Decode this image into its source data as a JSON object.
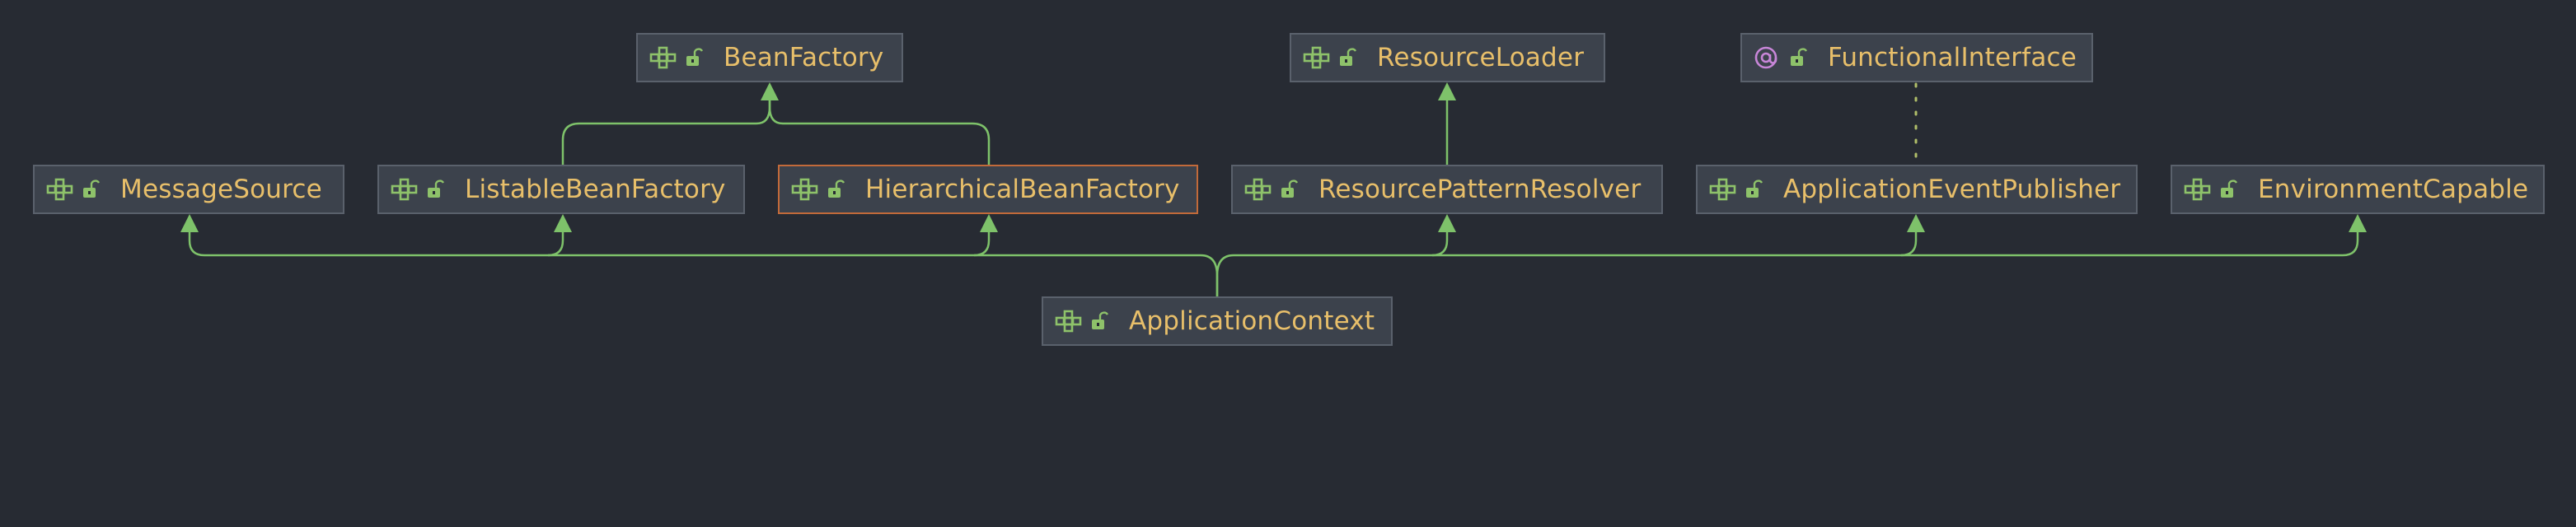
{
  "diagram": {
    "background": "#272b33",
    "colors": {
      "node_fill": "#3c424c",
      "node_border": "#5a616c",
      "selected_border": "#c26a3a",
      "label": "#e8bf6a",
      "edge": "#7ec26a",
      "interface_icon": "#8ec26a",
      "annotation_icon": "#c886d8",
      "realization": "#b0bf6a"
    },
    "nodes": {
      "beanfactory": {
        "label": "BeanFactory",
        "icon": "interface-icon"
      },
      "resourceloader": {
        "label": "ResourceLoader",
        "icon": "interface-icon"
      },
      "functionalinterface": {
        "label": "FunctionalInterface",
        "icon": "annotation-icon"
      },
      "messagesource": {
        "label": "MessageSource",
        "icon": "interface-icon"
      },
      "listablebeanfactory": {
        "label": "ListableBeanFactory",
        "icon": "interface-icon"
      },
      "hierarchicalbeanfactory": {
        "label": "HierarchicalBeanFactory",
        "icon": "interface-icon",
        "selected": true
      },
      "resourcepatternresolver": {
        "label": "ResourcePatternResolver",
        "icon": "interface-icon"
      },
      "applicationeventpublisher": {
        "label": "ApplicationEventPublisher",
        "icon": "interface-icon"
      },
      "environmentcapable": {
        "label": "EnvironmentCapable",
        "icon": "interface-icon"
      },
      "applicationcontext": {
        "label": "ApplicationContext",
        "icon": "interface-icon"
      }
    },
    "edges": [
      {
        "from": "listablebeanfactory",
        "to": "beanfactory",
        "kind": "extends"
      },
      {
        "from": "hierarchicalbeanfactory",
        "to": "beanfactory",
        "kind": "extends"
      },
      {
        "from": "resourcepatternresolver",
        "to": "resourceloader",
        "kind": "extends"
      },
      {
        "from": "applicationeventpublisher",
        "to": "functionalinterface",
        "kind": "annotated"
      },
      {
        "from": "applicationcontext",
        "to": "messagesource",
        "kind": "extends"
      },
      {
        "from": "applicationcontext",
        "to": "listablebeanfactory",
        "kind": "extends"
      },
      {
        "from": "applicationcontext",
        "to": "hierarchicalbeanfactory",
        "kind": "extends"
      },
      {
        "from": "applicationcontext",
        "to": "resourcepatternresolver",
        "kind": "extends"
      },
      {
        "from": "applicationcontext",
        "to": "applicationeventpublisher",
        "kind": "extends"
      },
      {
        "from": "applicationcontext",
        "to": "environmentcapable",
        "kind": "extends"
      }
    ]
  }
}
